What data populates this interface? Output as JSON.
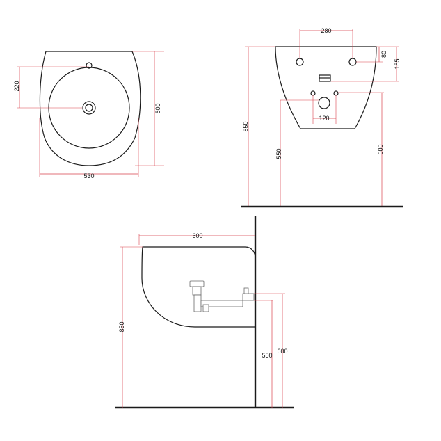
{
  "drawing": {
    "top_view": {
      "tap_hole_offset": "220",
      "width": "530",
      "depth": "600"
    },
    "front_view": {
      "tap_spacing": "280",
      "top_offset": "80",
      "bracket_height": "185",
      "overall_height": "850",
      "waste_spacing": "120",
      "left_height": "550",
      "right_height": "600"
    },
    "side_view": {
      "projection": "600",
      "overall_height": "850",
      "height_550": "550",
      "height_600": "600"
    }
  }
}
